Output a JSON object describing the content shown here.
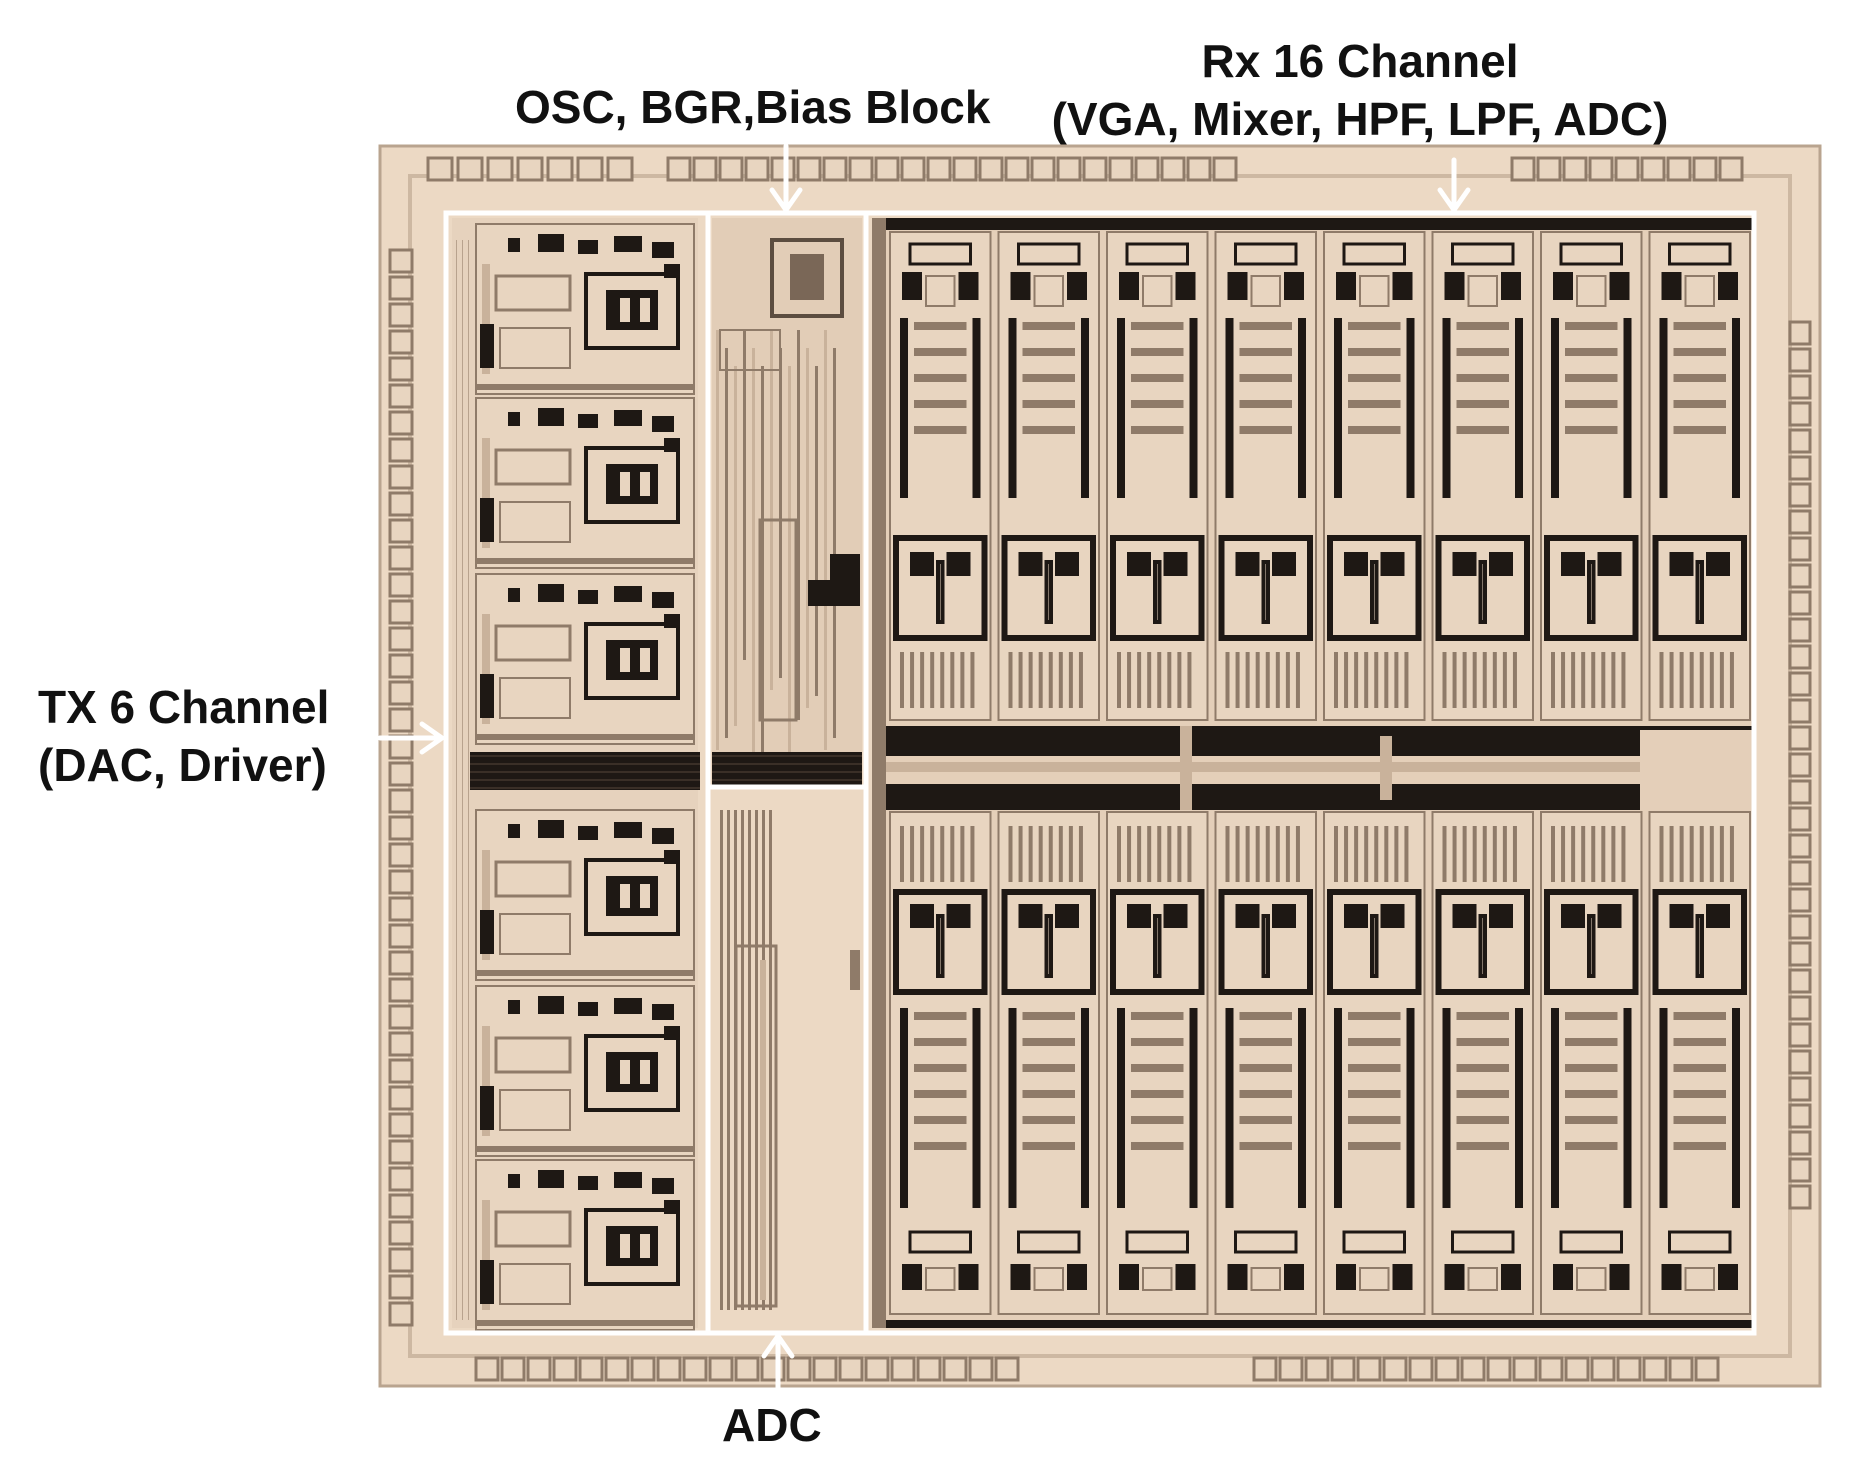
{
  "labels": {
    "osc_block": "OSC, BGR,Bias Block",
    "rx_line1": "Rx 16 Channel",
    "rx_line2": "(VGA, Mixer, HPF, LPF, ADC)",
    "tx_line1": "TX 6 Channel",
    "tx_line2": "(DAC, Driver)",
    "adc": "ADC"
  },
  "colors": {
    "die_background": "#ecd9c4",
    "trace_light": "#c9b29b",
    "trace_mid": "#8f7b69",
    "trace_dark": "#1e1814",
    "box_outline": "#ffffff",
    "arrow": "#ffffff"
  },
  "regions": {
    "tx_channels": 6,
    "rx_channels": 16,
    "rx_columns": 8,
    "rx_rows": 2
  }
}
